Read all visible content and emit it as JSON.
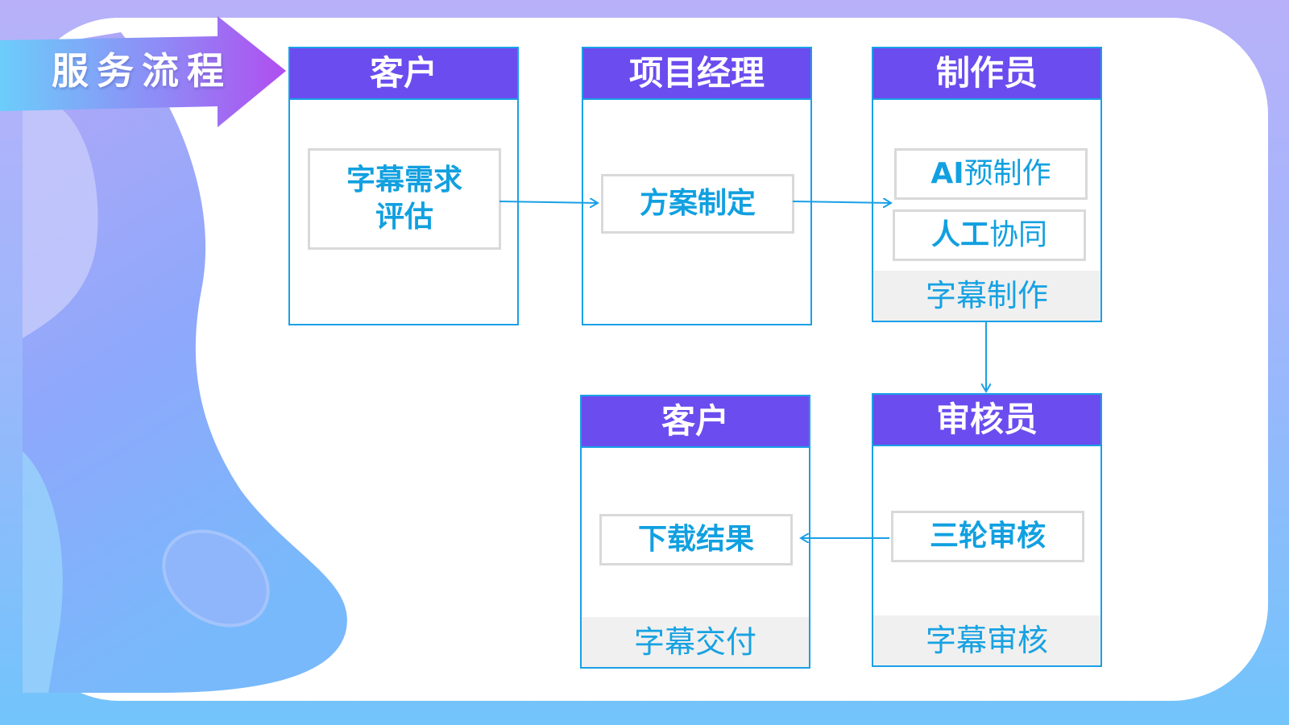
{
  "banner": {
    "title": "服务流程"
  },
  "columns": {
    "client": {
      "title": "客户",
      "step_line1": "字幕需求",
      "step_line2": "评估"
    },
    "pm": {
      "title": "项目经理",
      "step": "方案制定"
    },
    "producer": {
      "title": "制作员",
      "step1_bold": "AI",
      "step1_rest": "预制作",
      "step2_bold": "人工",
      "step2_rest": "协同",
      "footer": "字幕制作"
    },
    "reviewer": {
      "title": "审核员",
      "step": "三轮审核",
      "footer": "字幕审核"
    },
    "client_delivery": {
      "title": "客户",
      "step": "下载结果",
      "footer": "字幕交付"
    }
  },
  "colors": {
    "header": "#6b4cef",
    "border": "#1aa0e6",
    "text_accent": "#11a0e0",
    "connector": "#1aa0e6"
  }
}
